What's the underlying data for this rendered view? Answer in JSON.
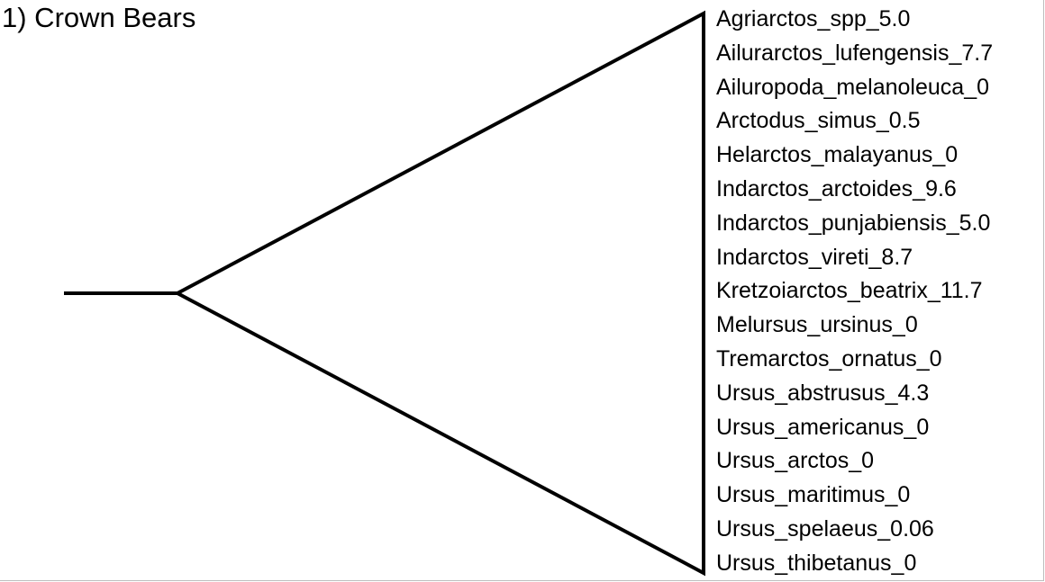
{
  "title": "1) Crown Bears",
  "colors": {
    "line": "#000000",
    "text": "#000000",
    "background": "#ffffff",
    "frame": "#bdbdbd"
  },
  "taxa": [
    "Agriarctos_spp_5.0",
    "Ailurarctos_lufengensis_7.7",
    "Ailuropoda_melanoleuca_0",
    "Arctodus_simus_0.5",
    "Helarctos_malayanus_0",
    "Indarctos_arctoides_9.6",
    "Indarctos_punjabiensis_5.0",
    "Indarctos_vireti_8.7",
    "Kretzoiarctos_beatrix_11.7",
    "Melursus_ursinus_0",
    "Tremarctos_ornatus_0",
    "Ursus_abstrusus_4.3",
    "Ursus_americanus_0",
    "Ursus_arctos_0",
    "Ursus_maritimus_0",
    "Ursus_spelaeus_0.06",
    "Ursus_thibetanus_0"
  ]
}
